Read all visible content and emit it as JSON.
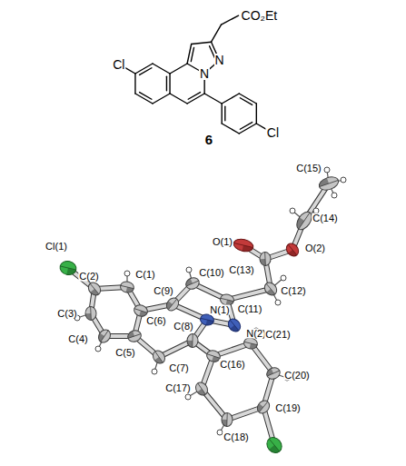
{
  "diagram": {
    "labels": [
      "Cl",
      "CO₂Et",
      "N",
      "N",
      "Cl",
      "6",
      "Cl(1)",
      "C(2)",
      "C(3)",
      "C(4)",
      "C(1)",
      "C(6)",
      "C(5)",
      "C(7)",
      "C(8)",
      "N(1)",
      "C(9)",
      "C(10)",
      "C(11)",
      "N(2)",
      "C(12)",
      "C(13)",
      "O(1)",
      "O(2)",
      "C(14)",
      "C(15)",
      "C(16)",
      "C(17)",
      "C(18)",
      "C(19)",
      "C(20)",
      "C(21)"
    ]
  }
}
